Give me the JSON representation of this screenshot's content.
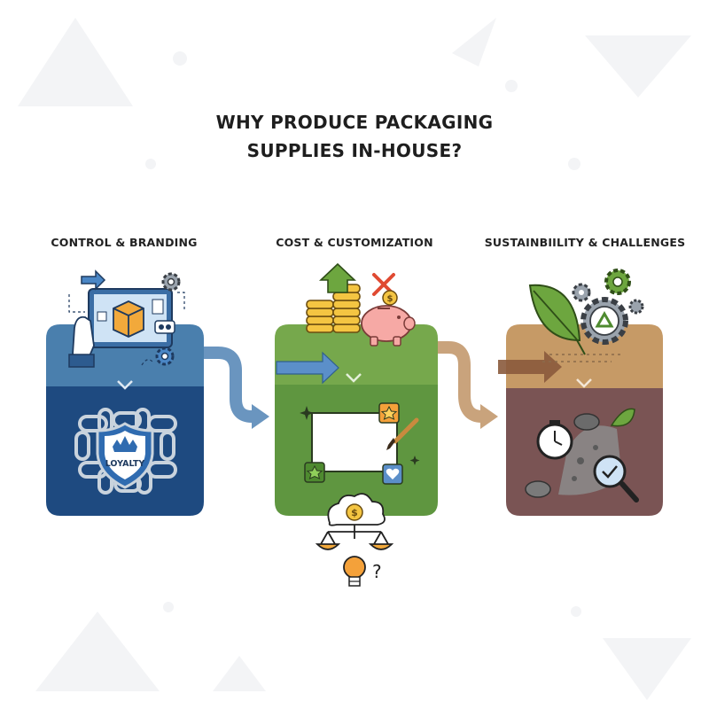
{
  "title": {
    "line1": "WHY PRODUCE PACKAGING",
    "line2": "SUPPLIES IN-HOUSE?"
  },
  "columns": [
    {
      "label": "CONTROL & BRANDING",
      "badge_text": "LOYALTY",
      "top_color": "#4a7fad",
      "bottom_color": "#1e4a80"
    },
    {
      "label": "COST & CUSTOMIZATION",
      "top_color": "#76a84c",
      "bottom_color": "#5f9640"
    },
    {
      "label": "SUSTAINBIILITY & CHALLENGES",
      "top_color": "#c69a66",
      "bottom_color": "#7a5454"
    }
  ],
  "cost_icons": {
    "currency": "$",
    "question": "?"
  },
  "icons": [
    "arrow-right-icon",
    "gear-icon",
    "laptop-icon",
    "package-box-icon",
    "hand-icon",
    "chain-icon",
    "shield-crown-icon",
    "coin-stack-icon",
    "growth-arrow-icon",
    "piggy-bank-icon",
    "cross-icon",
    "star-icon",
    "paintbrush-icon",
    "heart-icon",
    "sparkle-icon",
    "cloud-coin-icon",
    "balance-scale-icon",
    "lightbulb-icon",
    "leaf-icon",
    "recycle-gear-icon",
    "stopwatch-icon",
    "magnifier-check-icon",
    "rocks-icon"
  ]
}
